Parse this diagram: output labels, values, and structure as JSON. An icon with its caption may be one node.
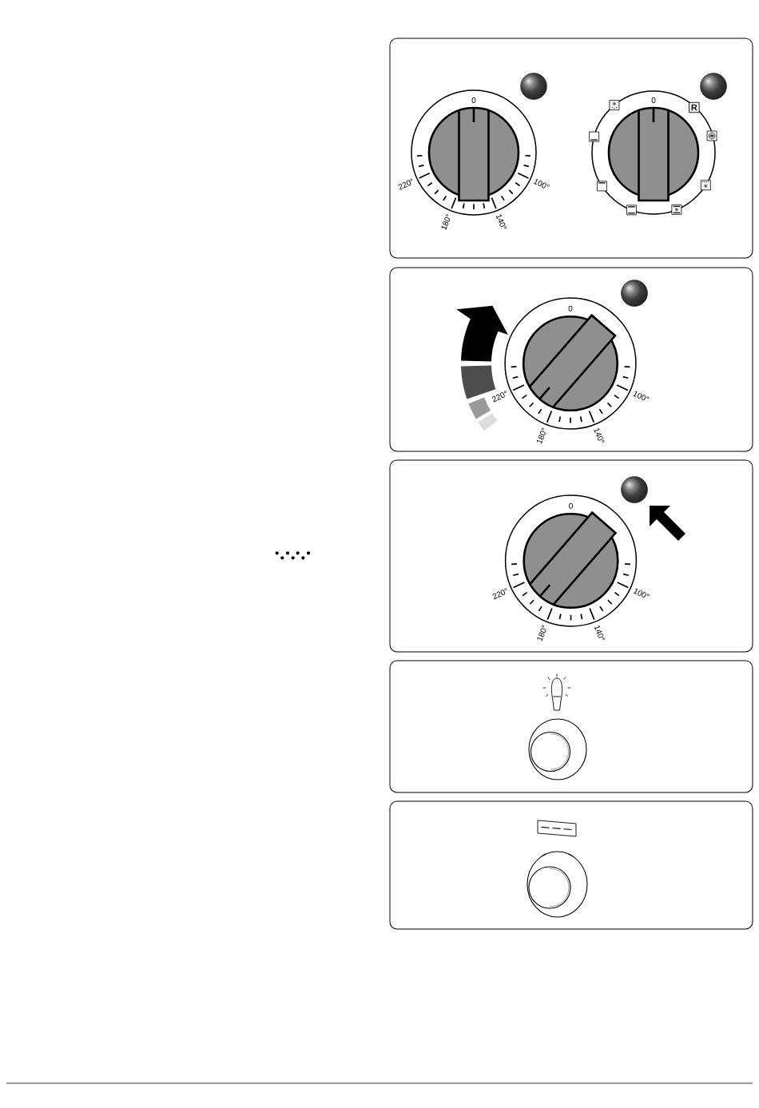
{
  "diagram": {
    "nodes": [
      {
        "text": [
          "0",
          "220°",
          "180°",
          "140°",
          "100°",
          "0",
          "R"
        ]
      },
      {
        "text": [
          "0",
          "220°",
          "180°",
          "140°",
          "100°"
        ]
      },
      {
        "text": [
          "0",
          "220°",
          "180°",
          "140°",
          "100°"
        ]
      },
      {
        "text": [],
        "shape": "box"
      },
      {
        "text": [],
        "shape": "box"
      }
    ]
  }
}
